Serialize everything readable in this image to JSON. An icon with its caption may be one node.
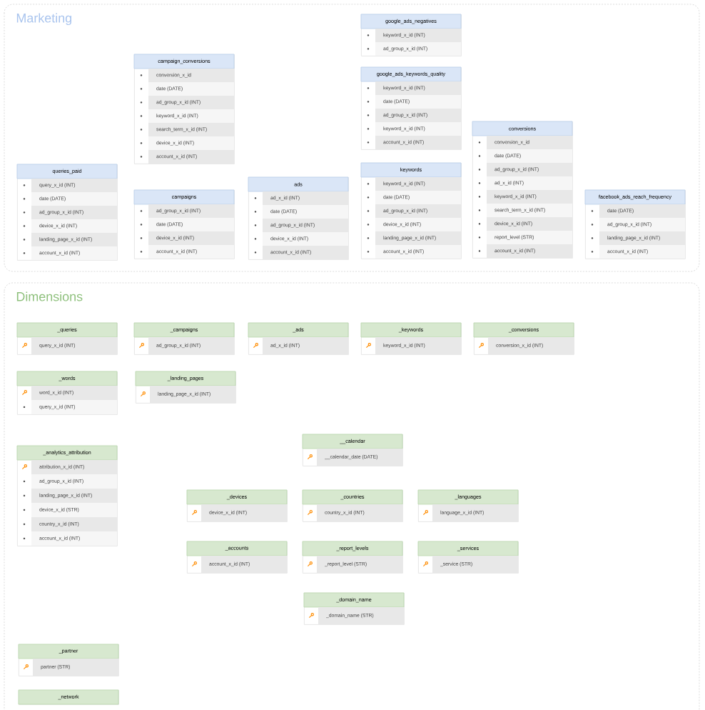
{
  "diagram": {
    "nodes": [
      {
        "text": [
          "Marketing"
        ]
      },
      {
        "text": [
          "campaign_conversions",
          "conversion_x_id",
          "date (DATE)",
          "ad_group_x_id (INT)",
          "keyword_x_id (INT)",
          "search_term_x_id (INT)",
          "device_x_id (INT)",
          "account_x_id (INT)"
        ],
        "in": 0
      },
      {
        "text": [
          "queries_paid",
          "query_x_id (INT)",
          "date (DATE)",
          "ad_group_x_id (INT)",
          "device_x_id (INT)",
          "landing_page_x_id (INT)",
          "account_x_id (INT)"
        ],
        "in": 0
      },
      {
        "text": [
          "campaigns",
          "ad_group_x_id (INT)",
          "date (DATE)",
          "device_x_id (INT)",
          "account_x_id (INT)"
        ],
        "in": 0
      },
      {
        "text": [
          "ads",
          "ad_x_id (INT)",
          "date (DATE)",
          "ad_group_x_id (INT)",
          "device_x_id (INT)",
          "account_x_id (INT)"
        ],
        "in": 0
      },
      {
        "text": [
          "google_ads_negatives",
          "keyword_x_id (INT)",
          "ad_group_x_id (INT)"
        ],
        "in": 0
      },
      {
        "text": [
          "google_ads_keywords_quality",
          "keyword_x_id (INT)",
          "date (DATE)",
          "ad_group_x_id (INT)",
          "keyword_x_id (INT)",
          "account_x_id (INT)"
        ],
        "in": 0
      },
      {
        "text": [
          "keywords",
          "keyword_x_id (INT)",
          "date (DATE)",
          "ad_group_x_id (INT)",
          "device_x_id (INT)",
          "landing_page_x_id (INT)",
          "account_x_id (INT)"
        ],
        "in": 0
      },
      {
        "text": [
          "conversions",
          "conversion_x_id",
          "date (DATE)",
          "ad_group_x_id (INT)",
          "ad_x_id (INT)",
          "keyword_x_id (INT)",
          "search_term_x_id (INT)",
          "device_x_id (INT)",
          "report_level (STR)",
          "account_x_id (INT)"
        ],
        "in": 0
      },
      {
        "text": [
          "facebook_ads_reach_frequency",
          "date (DATE)",
          "ad_group_x_id (INT)",
          "landing_page_x_id (INT)",
          "account_x_id (INT)"
        ],
        "in": 0
      },
      {
        "text": [
          "Dimensions"
        ]
      },
      {
        "text": [
          "_queries",
          "query_x_id (INT)"
        ],
        "in": 10
      },
      {
        "text": [
          "_campaigns",
          "ad_group_x_id (INT)"
        ],
        "in": 10
      },
      {
        "text": [
          "_ads",
          "ad_x_id (INT)"
        ],
        "in": 10
      },
      {
        "text": [
          "_keywords",
          "keyword_x_id (INT)"
        ],
        "in": 10
      },
      {
        "text": [
          "_conversions",
          "conversion_x_id (INT)"
        ],
        "in": 10
      },
      {
        "text": [
          "_words",
          "word_x_id (INT)",
          "query_x_id (INT)"
        ],
        "in": 10
      },
      {
        "text": [
          "_landing_pages",
          "landing_page_x_id (INT)"
        ],
        "in": 10
      },
      {
        "text": [
          "_analytics_attribution",
          "attribution_x_id (INT)",
          "ad_group_x_id (INT)",
          "landing_page_x_id (INT)",
          "device_x_id (STR)",
          "country_x_id (INT)",
          "account_x_id (INT)"
        ],
        "in": 10
      },
      {
        "text": [
          "__calendar",
          "__calendar_date (DATE)"
        ],
        "in": 10
      },
      {
        "text": [
          "_devices",
          "device_x_id (INT)"
        ],
        "in": 10
      },
      {
        "text": [
          "_countries",
          "country_x_id (INT)"
        ],
        "in": 10
      },
      {
        "text": [
          "_languages",
          "language_x_id (INT)"
        ],
        "in": 10
      },
      {
        "text": [
          "_accounts",
          "account_x_id (INT)"
        ],
        "in": 10
      },
      {
        "text": [
          "_report_levels",
          "_report_level (STR)"
        ],
        "in": 10
      },
      {
        "text": [
          "_services",
          "_service (STR)"
        ],
        "in": 10
      },
      {
        "text": [
          "_domain_name",
          "_domain_name (STR)"
        ],
        "in": 10
      },
      {
        "text": [
          "_partner",
          "partner (STR)"
        ],
        "in": 10
      },
      {
        "text": [
          "_network"
        ],
        "in": 10
      }
    ]
  }
}
